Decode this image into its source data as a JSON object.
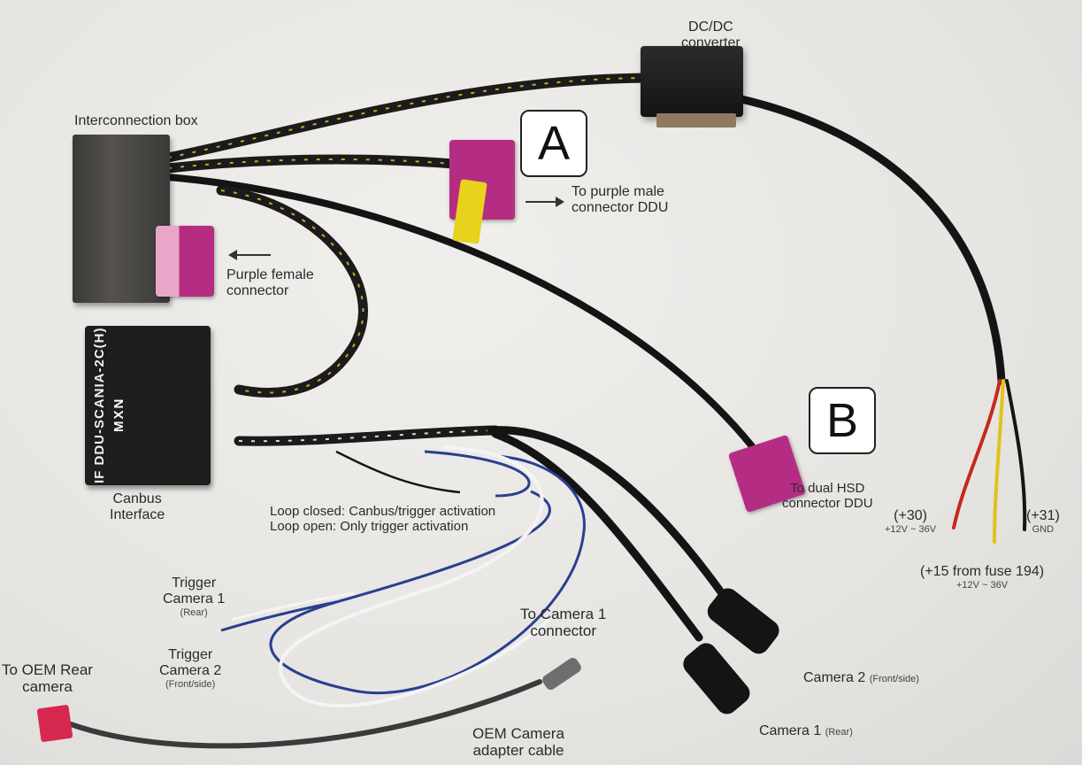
{
  "labels": {
    "dcdc": [
      "DC/DC",
      "converter"
    ],
    "interconnection_box": "Interconnection box",
    "purple_male": [
      "To purple male",
      "connector DDU"
    ],
    "purple_female": [
      "Purple female",
      "connector"
    ],
    "canbus": [
      "Canbus",
      "Interface"
    ],
    "dual_hsd": [
      "To dual HSD",
      "connector DDU"
    ],
    "loop_closed": "Loop closed: Canbus/trigger activation",
    "loop_open": "Loop open: Only trigger activation",
    "trigger1": [
      "Trigger",
      "Camera 1"
    ],
    "trigger1_sub": "(Rear)",
    "trigger2": [
      "Trigger",
      "Camera 2"
    ],
    "trigger2_sub": "(Front/side)",
    "to_cam1_conn": [
      "To Camera 1",
      "connector"
    ],
    "to_oem_rear": [
      "To OEM Rear",
      "camera"
    ],
    "oem_adapter": [
      "OEM Camera",
      "adapter cable"
    ],
    "camera2": "Camera 2",
    "camera2_sub": "(Front/side)",
    "camera1": "Camera 1",
    "camera1_sub": "(Rear)",
    "plus30": "(+30)",
    "plus30_sub": "+12V ~ 36V",
    "plus31": "(+31)",
    "plus31_sub": "GND",
    "plus15": "(+15 from fuse 194)",
    "plus15_sub": "+12V ~ 36V",
    "tag_a": "A",
    "tag_b": "B"
  },
  "device_text": {
    "canbus_model": "IF DDU-SCANIA-2C(H)",
    "brand": "MXN"
  },
  "colors": {
    "purple_connector": "#b52d83",
    "wire_red": "#c6281e",
    "wire_yellow": "#e1c21a",
    "wire_black": "#151515",
    "wire_blue": "#2a3f8f",
    "wire_white": "#f4f4f4"
  }
}
